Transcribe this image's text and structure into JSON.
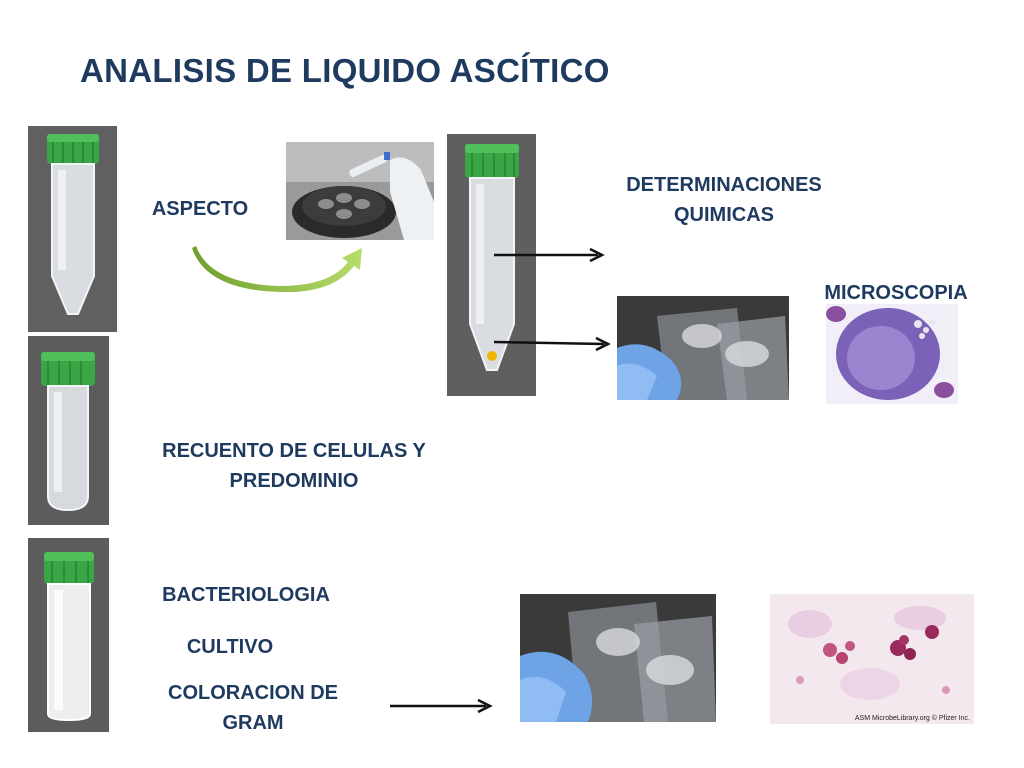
{
  "slide": {
    "title": "ANALISIS DE LIQUIDO ASCÍTICO"
  },
  "labels": {
    "aspecto": "ASPECTO",
    "determinaciones_line1": "DETERMINACIONES",
    "determinaciones_line2": "QUIMICAS",
    "microscopia": "MICROSCOPIA",
    "recuento_line1": "RECUENTO DE CELULAS Y",
    "recuento_line2": "PREDOMINIO",
    "bacteriologia": "BACTERIOLOGIA",
    "cultivo": "CULTIVO",
    "coloracion_line1": "COLORACION DE",
    "coloracion_line2": "GRAM"
  },
  "micrograph": {
    "credit": "ASM MicrobeLibrary.org © Pfizer Inc."
  },
  "colors": {
    "heading": "#1f3a5f",
    "tube_cap": "#3aa545",
    "curved_arrow": "#8cbf3f",
    "sediment": "#f0b400",
    "stain_purple": "#6b4fa8"
  }
}
